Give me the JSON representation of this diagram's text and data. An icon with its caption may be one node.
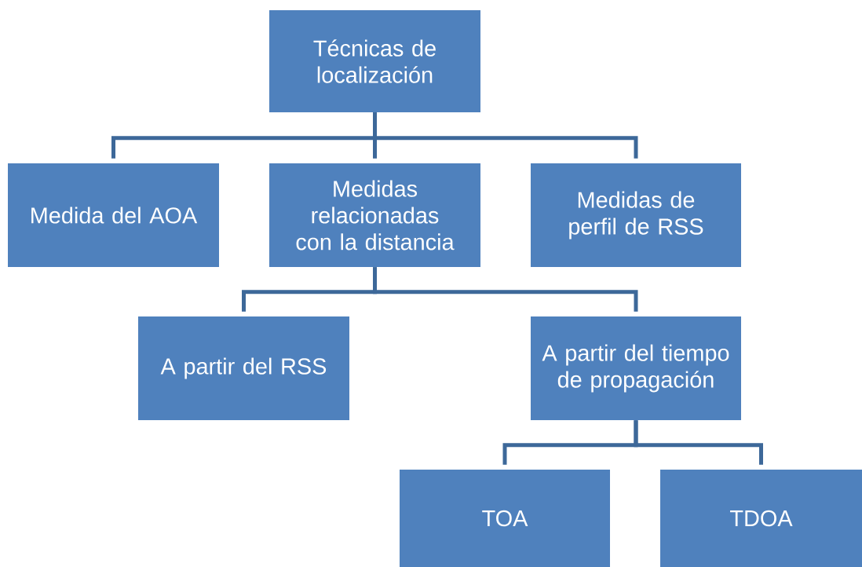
{
  "diagram": {
    "nodes": [
      {
        "text": [
          "Técnicas de localización"
        ]
      },
      {
        "text": [
          "Medida del AOA"
        ]
      },
      {
        "text": [
          "Medidas relacionadas con la distancia"
        ]
      },
      {
        "text": [
          "Medidas de perfil de RSS"
        ]
      },
      {
        "text": [
          "A partir del RSS"
        ]
      },
      {
        "text": [
          "A partir del tiempo de propagación"
        ]
      },
      {
        "text": [
          "TOA"
        ]
      },
      {
        "text": [
          "TDOA"
        ]
      }
    ],
    "edges": [
      {
        "from": 0,
        "to": 1,
        "arrow": "none"
      },
      {
        "from": 0,
        "to": 2,
        "arrow": "none"
      },
      {
        "from": 0,
        "to": 3,
        "arrow": "none"
      },
      {
        "from": 2,
        "to": 4,
        "arrow": "none"
      },
      {
        "from": 2,
        "to": 5,
        "arrow": "none"
      },
      {
        "from": 5,
        "to": 6,
        "arrow": "none"
      },
      {
        "from": 5,
        "to": 7,
        "arrow": "none"
      }
    ]
  }
}
